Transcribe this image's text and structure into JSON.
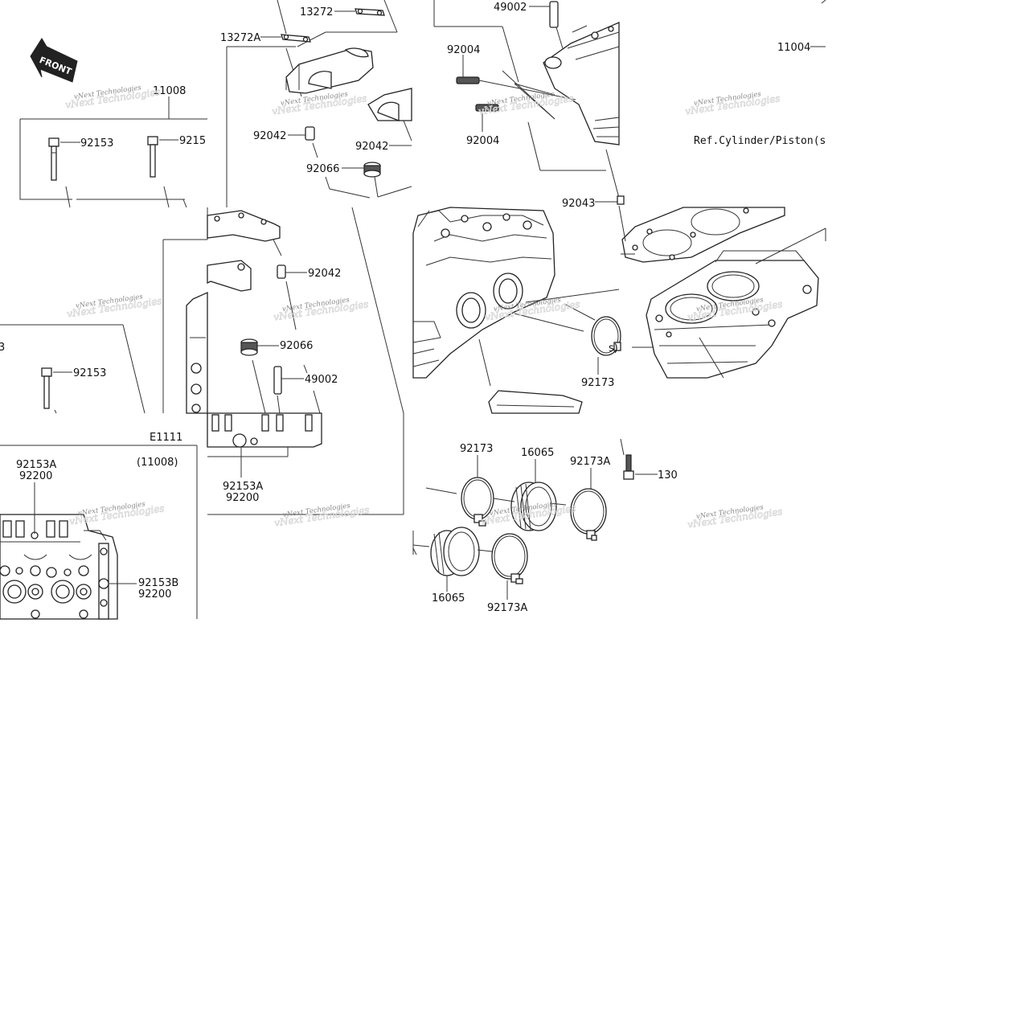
{
  "front_arrow": {
    "text": "FRONT"
  },
  "watermark": {
    "text": "vNext Technologies"
  },
  "diagram_code": "E1111",
  "ref_note": "Ref.Cylinder/Piston(s",
  "parts": {
    "p13272": "13272",
    "p13272a": "13272A",
    "p11008_top": "11008",
    "p92153_a": "92153",
    "p92153_b": "9215",
    "p92042_a": "92042",
    "p92066_a": "92066",
    "p92042_b": "92042",
    "p49002_a": "49002",
    "p92004_a": "92004",
    "p92004_b": "92004",
    "p11004": "11004",
    "p92043": "92043",
    "p92042_c": "92042",
    "p92066_b": "92066",
    "p49002_b": "49002",
    "p92153_c": "92153",
    "p3_edge": "3",
    "p92173_a": "92173",
    "p11008_paren": "(11008)",
    "p92153a_l": "92153A",
    "p92200_l": "92200",
    "p92153a_m": "92153A",
    "p92200_m": "92200",
    "p92153b": "92153B",
    "p92200_r": "92200",
    "p92173_b": "92173",
    "p16065_a": "16065",
    "p92173a_a": "92173A",
    "p130": "130",
    "p16065_b": "16065",
    "p92173a_b": "92173A",
    "p_s_paren": "s)"
  }
}
